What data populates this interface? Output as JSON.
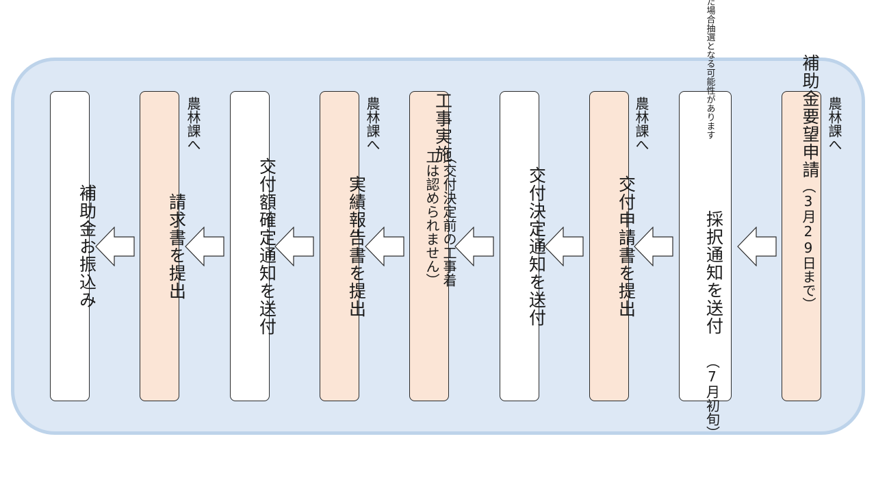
{
  "panel": {
    "background": "#dde8f5",
    "border": "#bdd3ea"
  },
  "steps": [
    {
      "title": "補助金要望申請",
      "sub": "（3月29日まで）",
      "color": "peach"
    },
    {
      "title": "採択通知を送付",
      "sub": "（7月初旬）",
      "note": "要望数が予算の台数を上回った場合抽選となる可能性があります",
      "color": "white"
    },
    {
      "title": "交付申請書を提出",
      "color": "peach"
    },
    {
      "title": "交付決定通知を送付",
      "color": "white"
    },
    {
      "title": "工事実施",
      "note": "（交付決定前の工事着工は認められません）",
      "color": "peach"
    },
    {
      "title": "実績報告書を提出",
      "color": "peach"
    },
    {
      "title": "交付額確定通知を送付",
      "color": "white"
    },
    {
      "title": "請求書を提出",
      "color": "peach"
    },
    {
      "title": "補助金お振込み",
      "color": "white"
    }
  ],
  "side_labels": [
    "農林課へ",
    "農林課へ",
    "農林課へ",
    "農林課へ"
  ],
  "colors": {
    "peach": "#fbe5d6",
    "white": "#ffffff",
    "outline": "#2b2b2b"
  },
  "arrow_icon": "left-block-arrow-icon"
}
